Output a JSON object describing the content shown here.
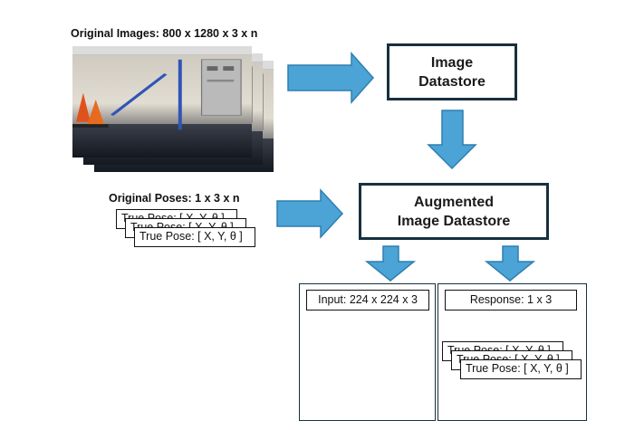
{
  "original_images": {
    "caption": "Original Images: 800 x 1280 x 3 x n"
  },
  "image_datastore": {
    "line1": "Image",
    "line2": "Datastore"
  },
  "original_poses": {
    "caption": "Original Poses: 1 x 3 x n",
    "card_label": "True Pose: [ X, Y, θ ]"
  },
  "augmented_datastore": {
    "line1": "Augmented",
    "line2": "Image Datastore"
  },
  "input_panel": {
    "label": "Input: 224 x 224 x 3"
  },
  "response_panel": {
    "label": "Response: 1 x 3",
    "card_label": "True Pose: [ X, Y, θ ]"
  },
  "colors": {
    "arrow_fill": "#4ba3d6",
    "arrow_stroke": "#2f7fb0",
    "block_border": "#17303f"
  },
  "icons": {
    "photo": "warehouse-photo-icon"
  }
}
